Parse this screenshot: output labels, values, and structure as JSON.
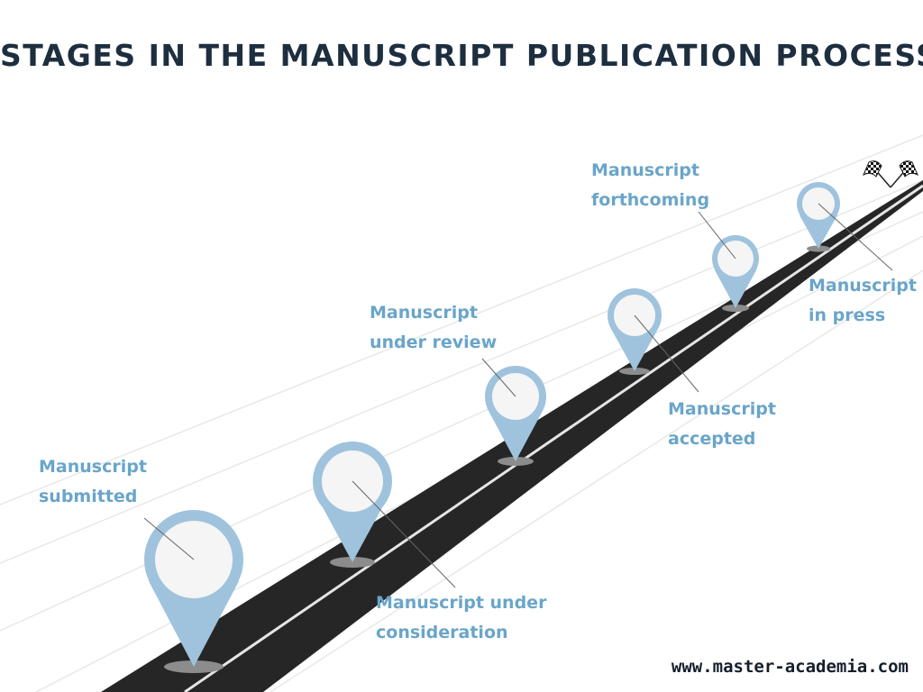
{
  "title": "STAGES IN THE MANUSCRIPT PUBLICATION PROCESS",
  "colors": {
    "title": "#1d2e3f",
    "label": "#6aa5c9",
    "pin": "#9fc3dd",
    "pin_inner": "#f5f5f5",
    "road": "#262626",
    "road_line": "#e5e5e5",
    "pin_shadow": "#8c8c8c",
    "guide_lines": "#e6e6e6"
  },
  "stages": [
    {
      "line1": "Manuscript",
      "line2": "submitted"
    },
    {
      "line1": "Manuscript under",
      "line2": "consideration"
    },
    {
      "line1": "Manuscript",
      "line2": "under review"
    },
    {
      "line1": "Manuscript",
      "line2": "accepted"
    },
    {
      "line1": "Manuscript",
      "line2": "forthcoming"
    },
    {
      "line1": "Manuscript",
      "line2": "in press"
    }
  ],
  "icons": {
    "pin": "map-pin-icon",
    "finish": "checkered-flags-icon"
  },
  "website": "www.master-academia.com"
}
